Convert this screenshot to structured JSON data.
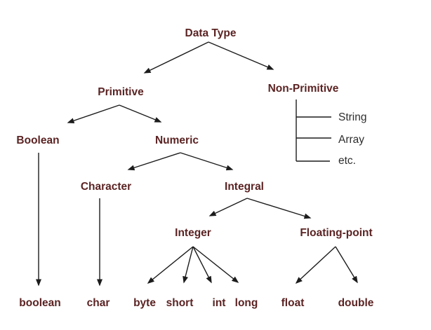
{
  "diagram": {
    "title": "Data Type",
    "nodes": {
      "data_type": {
        "label": "Data Type"
      },
      "primitive": {
        "label": "Primitive"
      },
      "non_primitive": {
        "label": "Non-Primitive"
      },
      "boolean_type": {
        "label": "Boolean"
      },
      "numeric": {
        "label": "Numeric"
      },
      "character": {
        "label": "Character"
      },
      "integral": {
        "label": "Integral"
      },
      "integer": {
        "label": "Integer"
      },
      "floating_point": {
        "label": "Floating-point"
      },
      "boolean_leaf": {
        "label": "boolean"
      },
      "char_leaf": {
        "label": "char"
      },
      "byte_leaf": {
        "label": "byte"
      },
      "short_leaf": {
        "label": "short"
      },
      "int_leaf": {
        "label": "int"
      },
      "long_leaf": {
        "label": "long"
      },
      "float_leaf": {
        "label": "float"
      },
      "double_leaf": {
        "label": "double"
      },
      "string_item": {
        "label": "String"
      },
      "array_item": {
        "label": "Array"
      },
      "etc_item": {
        "label": "etc."
      }
    },
    "edges": [
      {
        "from": "data_type",
        "to": "primitive",
        "style": "arrow"
      },
      {
        "from": "data_type",
        "to": "non_primitive",
        "style": "arrow"
      },
      {
        "from": "primitive",
        "to": "boolean_type",
        "style": "arrow"
      },
      {
        "from": "primitive",
        "to": "numeric",
        "style": "arrow"
      },
      {
        "from": "non_primitive",
        "to": "string_item",
        "style": "bracket"
      },
      {
        "from": "non_primitive",
        "to": "array_item",
        "style": "bracket"
      },
      {
        "from": "non_primitive",
        "to": "etc_item",
        "style": "bracket"
      },
      {
        "from": "boolean_type",
        "to": "boolean_leaf",
        "style": "arrow"
      },
      {
        "from": "numeric",
        "to": "character",
        "style": "arrow"
      },
      {
        "from": "numeric",
        "to": "integral",
        "style": "arrow"
      },
      {
        "from": "character",
        "to": "char_leaf",
        "style": "arrow"
      },
      {
        "from": "integral",
        "to": "integer",
        "style": "arrow"
      },
      {
        "from": "integral",
        "to": "floating_point",
        "style": "arrow"
      },
      {
        "from": "integer",
        "to": "byte_leaf",
        "style": "arrow"
      },
      {
        "from": "integer",
        "to": "short_leaf",
        "style": "arrow"
      },
      {
        "from": "integer",
        "to": "int_leaf",
        "style": "arrow"
      },
      {
        "from": "integer",
        "to": "long_leaf",
        "style": "arrow"
      },
      {
        "from": "floating_point",
        "to": "float_leaf",
        "style": "arrow"
      },
      {
        "from": "floating_point",
        "to": "double_leaf",
        "style": "arrow"
      }
    ],
    "colors": {
      "category_text": "#5b2323",
      "item_text": "#2e2e2e",
      "line": "#1c1c1c",
      "background": "#ffffff"
    }
  }
}
